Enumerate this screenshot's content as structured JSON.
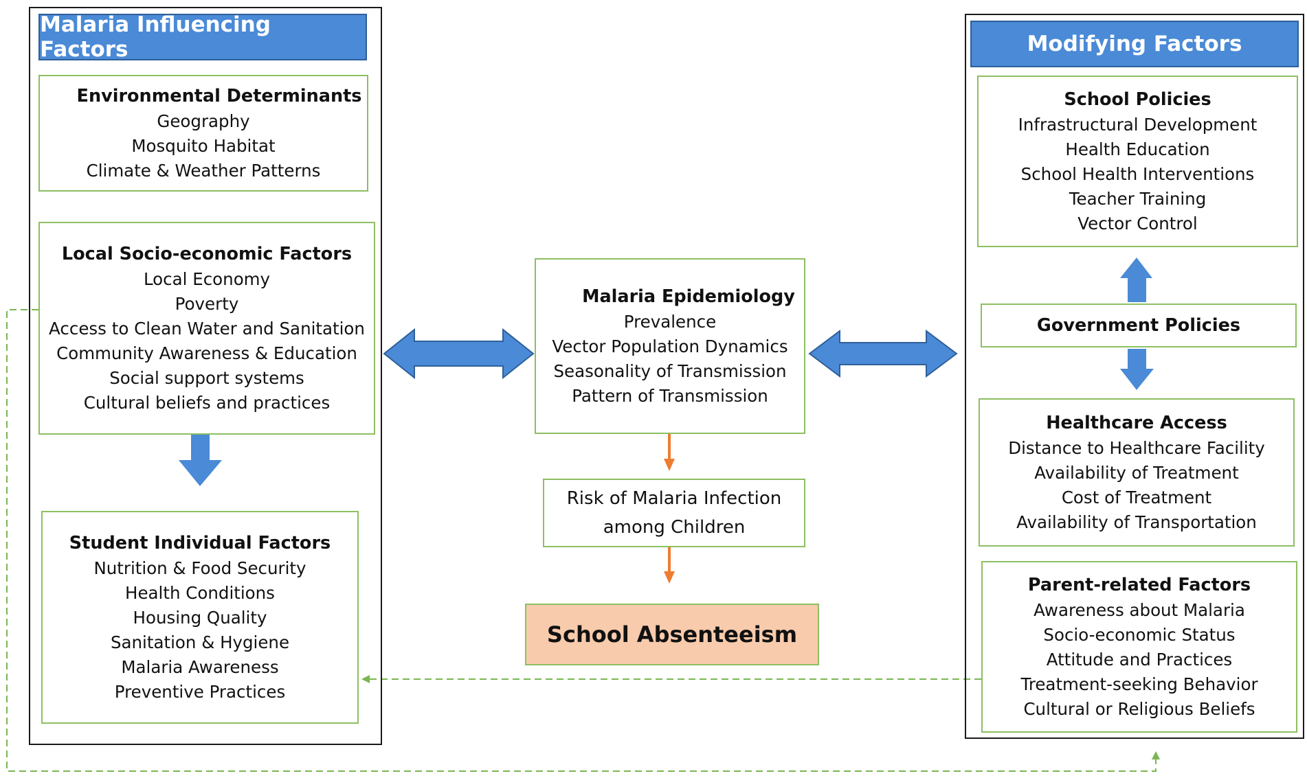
{
  "left_panel": {
    "title": "Malaria Influencing Factors",
    "environmental": {
      "title": "Environmental Determinants",
      "items": [
        "Geography",
        "Mosquito Habitat",
        "Climate & Weather Patterns"
      ]
    },
    "socioeconomic": {
      "title": "Local Socio-economic Factors",
      "items": [
        "Local Economy",
        "Poverty",
        "Access to Clean Water and Sanitation",
        "Community Awareness & Education",
        "Social support systems",
        "Cultural beliefs and practices"
      ]
    },
    "student": {
      "title": "Student Individual Factors",
      "items": [
        "Nutrition & Food Security",
        "Health Conditions",
        "Housing Quality",
        "Sanitation & Hygiene",
        "Malaria Awareness",
        "Preventive Practices"
      ]
    }
  },
  "center": {
    "epidemiology": {
      "title": "Malaria Epidemiology",
      "items": [
        "Prevalence",
        "Vector Population Dynamics",
        "Seasonality of Transmission",
        "Pattern of Transmission"
      ]
    },
    "risk": {
      "line1": "Risk of Malaria Infection",
      "line2": "among Children"
    },
    "outcome": "School Absenteeism"
  },
  "right_panel": {
    "title": "Modifying Factors",
    "school_policies": {
      "title": "School Policies",
      "items": [
        "Infrastructural Development",
        "Health Education",
        "School Health Interventions",
        "Teacher Training",
        "Vector Control"
      ]
    },
    "government": {
      "title": "Government Policies"
    },
    "healthcare": {
      "title": "Healthcare Access",
      "items": [
        "Distance to Healthcare Facility",
        "Availability of Treatment",
        "Cost of Treatment",
        "Availability of Transportation"
      ]
    },
    "parent": {
      "title": "Parent-related Factors",
      "items": [
        "Awareness about Malaria",
        "Socio-economic Status",
        "Attitude and Practices",
        "Treatment-seeking Behavior",
        "Cultural or Religious Beliefs"
      ]
    }
  },
  "colors": {
    "header_fill": "#4a8ad6",
    "box_border": "#8cbf62",
    "blue_arrow": "#4a8ad6",
    "orange_arrow": "#ed7d31",
    "dashed_line": "#7ab552",
    "outcome_fill": "#f8cbad"
  }
}
